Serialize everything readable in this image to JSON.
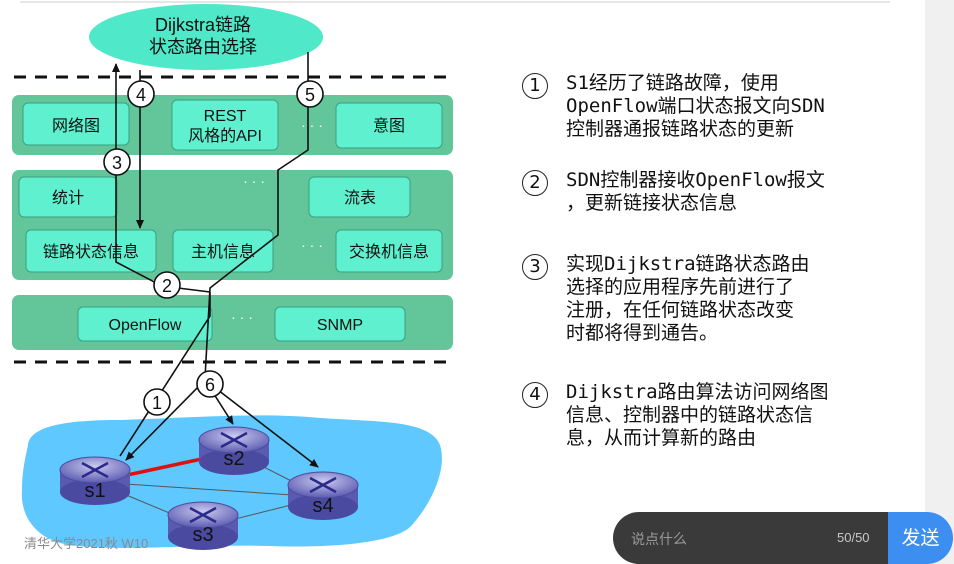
{
  "diagram": {
    "top_ellipse": {
      "line1": "Dijkstra链路",
      "line2": "状态路由选择"
    },
    "app_layer": {
      "network_graph": "网络图",
      "rest_line1": "REST",
      "rest_line2": "风格的API",
      "intent": "意图"
    },
    "state_layer": {
      "stats": "统计",
      "flow_table": "流表",
      "link_state": "链路状态信息",
      "host_info": "主机信息",
      "switch_info": "交换机信息"
    },
    "protocol_layer": {
      "openflow": "OpenFlow",
      "snmp": "SNMP"
    },
    "ellipsis": "· · ·",
    "markers": [
      "1",
      "2",
      "3",
      "4",
      "5",
      "6"
    ],
    "switches": [
      "s1",
      "s2",
      "s3",
      "s4"
    ],
    "watermark": "清华大学2021秋 W10"
  },
  "steps": [
    {
      "num": "1",
      "text": "S1经历了链路故障，使用\nOpenFlow端口状态报文向SDN\n控制器通报链路状态的更新"
    },
    {
      "num": "2",
      "text": "SDN控制器接收OpenFlow报文\n，更新链接状态信息"
    },
    {
      "num": "3",
      "text": "实现Dijkstra链路状态路由\n选择的应用程序先前进行了\n注册，在任何链路状态改变\n时都将得到通告。"
    },
    {
      "num": "4",
      "text": "Dijkstra路由算法访问网络图\n信息、控制器中的链路状态信\n息，从而计算新的路由"
    }
  ],
  "chat": {
    "placeholder": "说点什么",
    "counter": "50/50",
    "send_label": "发送"
  },
  "colors": {
    "layer": "#62c69a",
    "box": "#5ff0cf",
    "ellipse": "#4fe8c8",
    "cloud": "#5ec8ff",
    "failed_link": "#dd1111",
    "send": "#3c8ff0"
  }
}
